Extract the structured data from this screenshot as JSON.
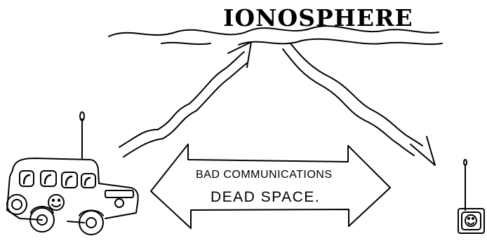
{
  "labels": {
    "ionosphere": "IONOSPHERE",
    "bad_communications": "BAD COMMUNICATIONS",
    "dead_space": "DEAD SPACE."
  },
  "colors": {
    "ink": "#000000",
    "paper": "#ffffff"
  },
  "icons": {
    "vehicle": "jeep-with-radio-antenna-icon",
    "receiver": "handheld-radio-receiver-icon",
    "smiley": "smiley-face-icon"
  }
}
